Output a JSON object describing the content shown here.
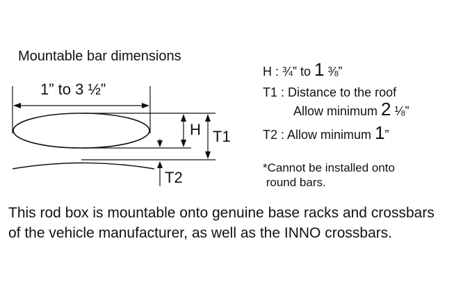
{
  "title": "Mountable bar dimensions",
  "diagram": {
    "width_label": "1” to 3 ½”",
    "h_label": "H",
    "t1_label": "T1",
    "t2_label": "T2"
  },
  "specs": {
    "h": {
      "key": "H",
      "sep": " : ",
      "v1": "¾” to ",
      "v2": "1",
      "v3": " ⅜”"
    },
    "t1": {
      "key": "T1",
      "sep": " : ",
      "text": "Distance to the roof",
      "line2": "Allow minimum ",
      "v1": "2",
      "v2": " ⅛”"
    },
    "t2": {
      "key": "T2",
      "sep": " : ",
      "text": "Allow minimum ",
      "v1": "1",
      "v2": "”"
    }
  },
  "note": "*Cannot be installed onto\n round bars.",
  "description": "This rod box is mountable onto genuine base racks and crossbars\nof the vehicle manufacturer, as well as the INNO crossbars."
}
